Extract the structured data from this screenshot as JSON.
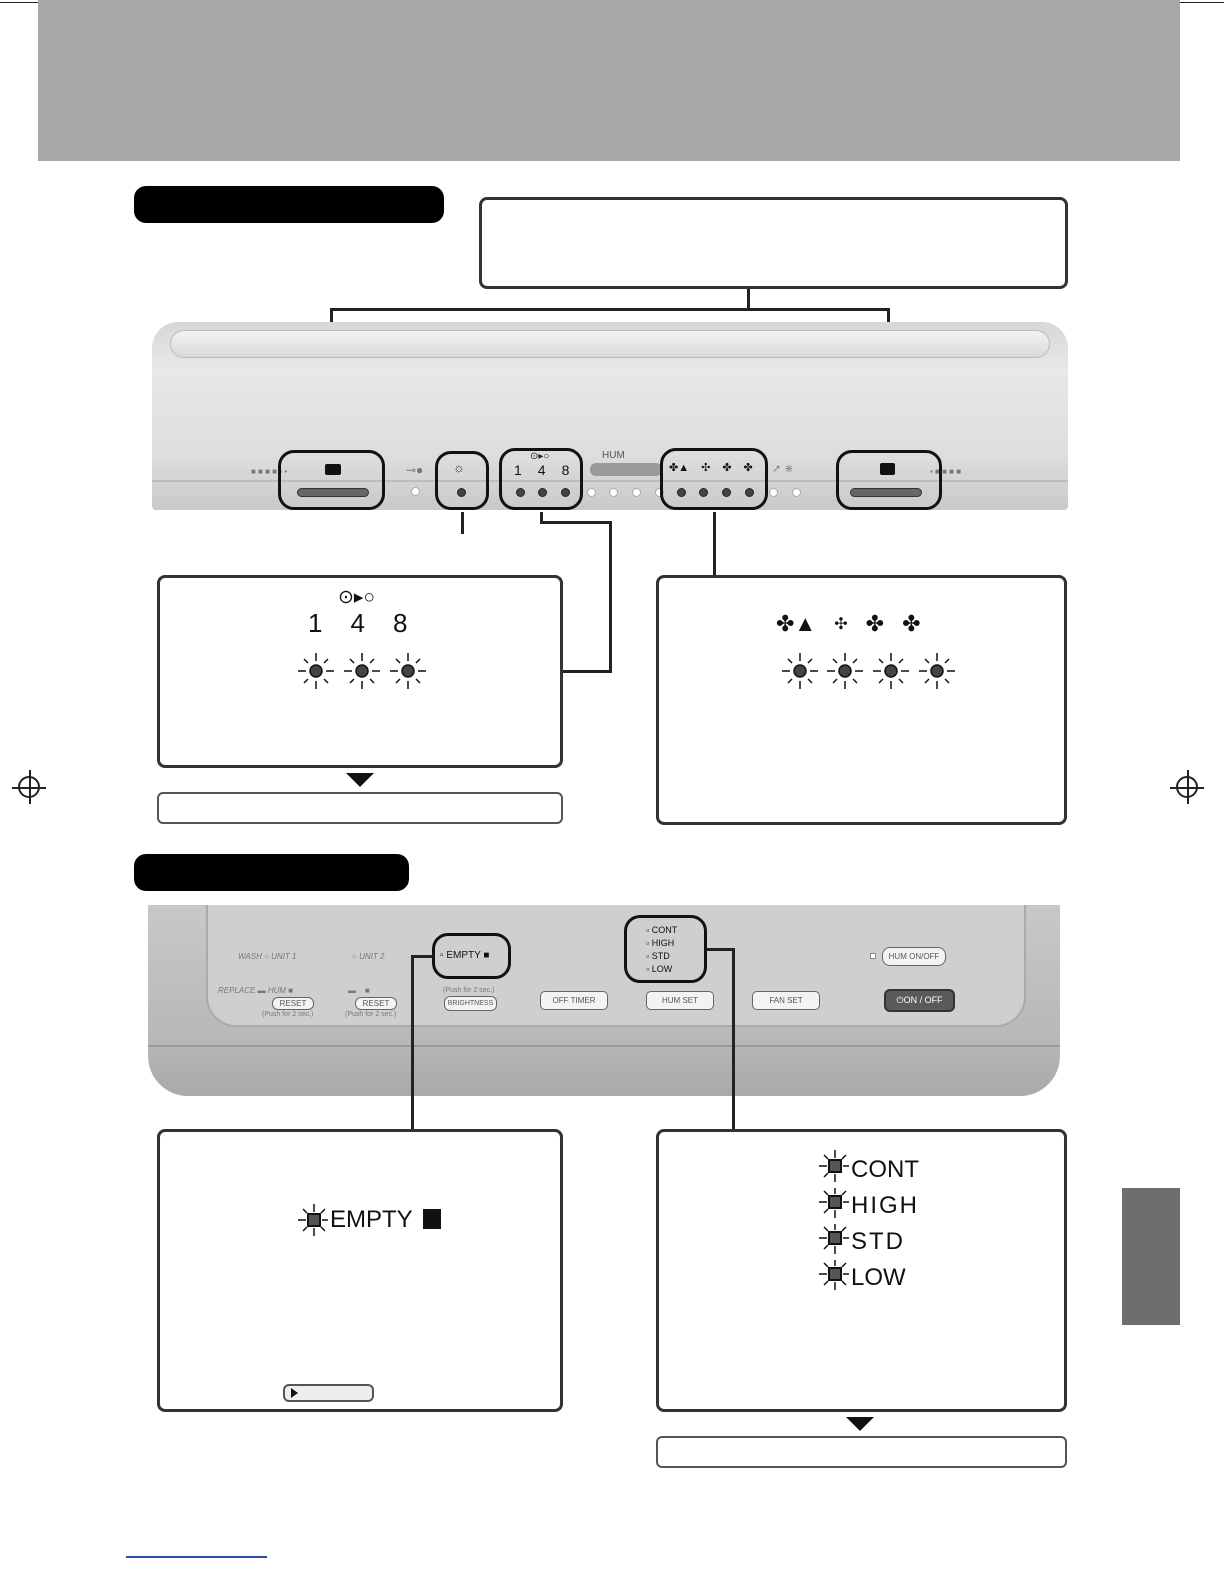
{
  "panel_top": {
    "hum_label": "HUM",
    "timer_digits": [
      "1",
      "4",
      "8"
    ],
    "timer_icon": "clock-to-off-icon",
    "fan_icons": [
      "fan-night-icon",
      "fan-low-icon",
      "fan-std-icon",
      "fan-high-icon"
    ]
  },
  "timer_callout": {
    "digits": [
      "1",
      "4",
      "8"
    ]
  },
  "panel_bottom": {
    "wash": "WASH",
    "unit1": "UNIT 1",
    "unit2": "UNIT 2",
    "empty": "EMPTY",
    "hum_levels": [
      "CONT",
      "HIGH",
      "STD",
      "LOW"
    ],
    "replace": "REPLACE",
    "hum": "HUM",
    "reset": "RESET",
    "push2": "(Push for 2 sec.)",
    "brightness": "BRIGHTNESS",
    "off_timer": "OFF TIMER",
    "hum_set": "HUM SET",
    "fan_set": "FAN SET",
    "on_off": "ON / OFF",
    "hum_on_off": "HUM ON/OFF"
  },
  "empty_callout": {
    "label": "EMPTY"
  },
  "hum_callout": {
    "levels": [
      "CONT",
      "HIGH",
      "STD",
      "LOW"
    ]
  },
  "colors": {
    "header_band": "#a8a8a8",
    "side_tab": "#6e6e6e",
    "led_on": "#333333"
  }
}
